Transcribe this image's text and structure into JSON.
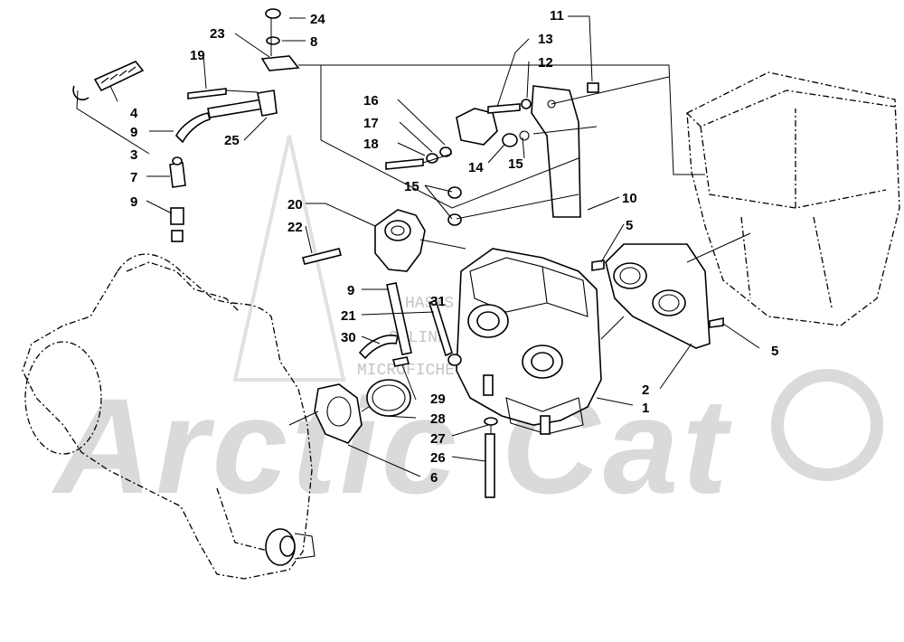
{
  "watermark": {
    "brand": "Arctic Cat",
    "lines": [
      "HASMS",
      "ONLINE",
      "MICROFICHE"
    ]
  },
  "callouts": [
    {
      "id": "c24",
      "text": "24"
    },
    {
      "id": "c8",
      "text": "8"
    },
    {
      "id": "c23",
      "text": "23"
    },
    {
      "id": "c19",
      "text": "19"
    },
    {
      "id": "c4",
      "text": "4"
    },
    {
      "id": "c9a",
      "text": "9"
    },
    {
      "id": "c3",
      "text": "3"
    },
    {
      "id": "c25",
      "text": "25"
    },
    {
      "id": "c7",
      "text": "7"
    },
    {
      "id": "c9b",
      "text": "9"
    },
    {
      "id": "c11",
      "text": "11"
    },
    {
      "id": "c13",
      "text": "13"
    },
    {
      "id": "c12",
      "text": "12"
    },
    {
      "id": "c16",
      "text": "16"
    },
    {
      "id": "c17",
      "text": "17"
    },
    {
      "id": "c18",
      "text": "18"
    },
    {
      "id": "c14",
      "text": "14"
    },
    {
      "id": "c15a",
      "text": "15"
    },
    {
      "id": "c15b",
      "text": "15"
    },
    {
      "id": "c10",
      "text": "10"
    },
    {
      "id": "c5a",
      "text": "5"
    },
    {
      "id": "c20",
      "text": "20"
    },
    {
      "id": "c22",
      "text": "22"
    },
    {
      "id": "c9c",
      "text": "9"
    },
    {
      "id": "c31",
      "text": "31"
    },
    {
      "id": "c21",
      "text": "21"
    },
    {
      "id": "c30",
      "text": "30"
    },
    {
      "id": "c29",
      "text": "29"
    },
    {
      "id": "c28",
      "text": "28"
    },
    {
      "id": "c27",
      "text": "27"
    },
    {
      "id": "c26",
      "text": "26"
    },
    {
      "id": "c6",
      "text": "6"
    },
    {
      "id": "c2",
      "text": "2"
    },
    {
      "id": "c1",
      "text": "1"
    },
    {
      "id": "c5b",
      "text": "5"
    }
  ]
}
